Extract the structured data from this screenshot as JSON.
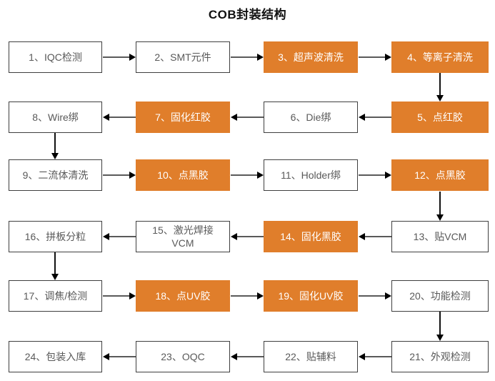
{
  "title": "COB封装结构",
  "colors": {
    "highlight_orange": "#E07E2B",
    "box_border": "#3F3F3F",
    "box_text_gray": "#595959",
    "highlight_text": "#FFFFFF",
    "arrow_line": "#5A5A5A",
    "arrow_head": "#000000",
    "background": "#FFFFFF"
  },
  "flow": {
    "direction_pattern": "serpentine: rows alternate left-to-right and right-to-left",
    "steps": [
      {
        "label": "1、IQC检测",
        "highlighted": false
      },
      {
        "label": "2、SMT元件",
        "highlighted": false
      },
      {
        "label": "3、超声波清洗",
        "highlighted": true
      },
      {
        "label": "4、等离子清洗",
        "highlighted": true
      },
      {
        "label": "5、点红胶",
        "highlighted": true
      },
      {
        "label": "6、Die绑",
        "highlighted": false
      },
      {
        "label": "7、固化红胶",
        "highlighted": true
      },
      {
        "label": "8、Wire绑",
        "highlighted": false
      },
      {
        "label": "9、二流体清洗",
        "highlighted": false
      },
      {
        "label": "10、点黑胶",
        "highlighted": true
      },
      {
        "label": "11、Holder绑",
        "highlighted": false
      },
      {
        "label": "12、点黑胶",
        "highlighted": true
      },
      {
        "label": "13、贴VCM",
        "highlighted": false
      },
      {
        "label": "14、固化黑胶",
        "highlighted": true
      },
      {
        "label": "15、激光焊接\nVCM",
        "highlighted": false
      },
      {
        "label": "16、拼板分粒",
        "highlighted": false
      },
      {
        "label": "17、调焦/检测",
        "highlighted": false
      },
      {
        "label": "18、点UV胶",
        "highlighted": true
      },
      {
        "label": "19、固化UV胶",
        "highlighted": true
      },
      {
        "label": "20、功能检测",
        "highlighted": false
      },
      {
        "label": "21、外观检测",
        "highlighted": false
      },
      {
        "label": "22、贴辅料",
        "highlighted": false
      },
      {
        "label": "23、OQC",
        "highlighted": false
      },
      {
        "label": "24、包装入库",
        "highlighted": false
      }
    ]
  }
}
